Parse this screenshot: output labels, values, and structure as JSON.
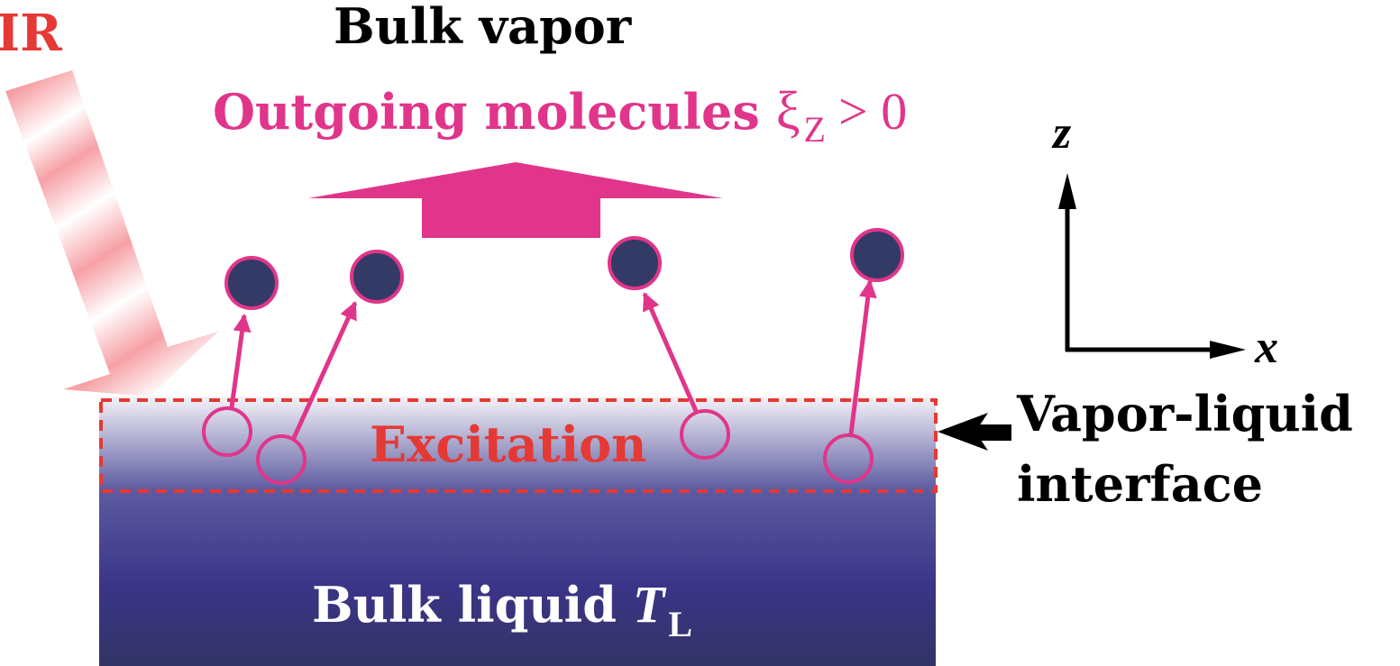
{
  "labels": {
    "ir": "IR",
    "bulk_vapor": "Bulk vapor",
    "outgoing_text": "Outgoing molecules",
    "xi": "ξ",
    "xi_sub": "Z",
    "outgoing_cond": "> 0",
    "excitation": "Excitation",
    "bulk_liquid": "Bulk liquid",
    "t_symbol": "T",
    "t_sub": "L",
    "axis_z": "z",
    "axis_x": "x",
    "interface_line1": "Vapor-liquid",
    "interface_line2": "interface"
  },
  "colors": {
    "magenta": "#e0358a",
    "red": "#e53935",
    "navy": "#343a66",
    "liquid_bottom": "#2e2f6e",
    "ir_pink": "#f4a3a8",
    "black": "#000000"
  }
}
